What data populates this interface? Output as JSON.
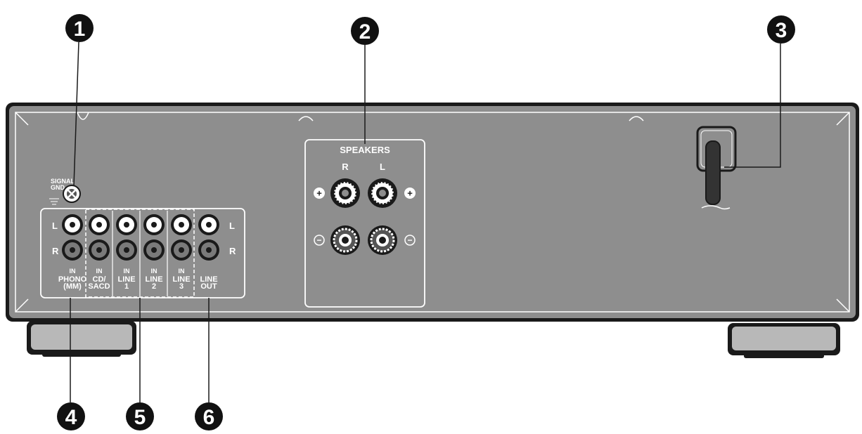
{
  "callouts": [
    "1",
    "2",
    "3",
    "4",
    "5",
    "6"
  ],
  "signal_gnd": {
    "line1": "SIGNAL",
    "line2": "GND"
  },
  "channels": {
    "left": "L",
    "right": "R"
  },
  "inputs": [
    {
      "top": "IN",
      "l1": "PHONO",
      "l2": "(MM)"
    },
    {
      "top": "IN",
      "l1": "CD/",
      "l2": "SACD"
    },
    {
      "top": "IN",
      "l1": "LINE",
      "l2": "1"
    },
    {
      "top": "IN",
      "l1": "LINE",
      "l2": "2"
    },
    {
      "top": "IN",
      "l1": "LINE",
      "l2": "3"
    },
    {
      "top": "",
      "l1": "LINE",
      "l2": "OUT"
    }
  ],
  "speakers": {
    "title": "SPEAKERS",
    "right": "R",
    "left": "L",
    "plus": "+",
    "minus": "−"
  },
  "colors": {
    "panel": "#8e8e8e",
    "panel_edge": "#1a1a1a",
    "line": "#ffffff",
    "callout": "#111111"
  }
}
